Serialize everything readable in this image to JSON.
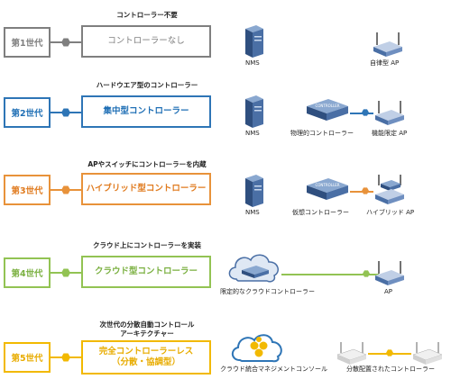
{
  "rows": [
    {
      "generation": "第1世代",
      "heading": "コントローラー不要",
      "controller_line1": "コントローラーなし",
      "nms_label": "NMS",
      "ap_label": "自律型 AP",
      "color": "#7f7f7f",
      "text_color": "#7f7f7f"
    },
    {
      "generation": "第2世代",
      "heading": "ハードウエア型のコントローラー",
      "controller_line1": "集中型コントローラー",
      "nms_label": "NMS",
      "device_label": "物理的コントローラー",
      "ap_label": "機能限定 AP",
      "color": "#2e75b6",
      "text_color": "#1f6fb5"
    },
    {
      "generation": "第3世代",
      "heading": "APやスイッチにコントローラーを内蔵",
      "controller_line1": "ハイブリッド型コントローラー",
      "nms_label": "NMS",
      "device_label": "仮想コントローラー",
      "ap_label": "ハイブリッド AP",
      "color": "#e8923a",
      "text_color": "#e07b1f"
    },
    {
      "generation": "第4世代",
      "heading": "クラウド上にコントローラーを実装",
      "controller_line1": "クラウド型コントローラー",
      "cloud_label": "限定的なクラウドコントローラー",
      "ap_label": "AP",
      "color": "#92c353",
      "text_color": "#7ab040"
    },
    {
      "generation": "第5世代",
      "heading_line1": "次世代の分散自動コントロール",
      "heading_line2": "アーキテクチャー",
      "controller_line1": "完全コントローラーレス",
      "controller_line2": "（分散・協調型）",
      "cloud_label": "クラウド統合マネジメントコンソール",
      "ap_label": "分散配置されたコントローラー",
      "color": "#f2b900",
      "text_color": "#e8ac00"
    }
  ],
  "controller_device_text": "CONTROLLER"
}
